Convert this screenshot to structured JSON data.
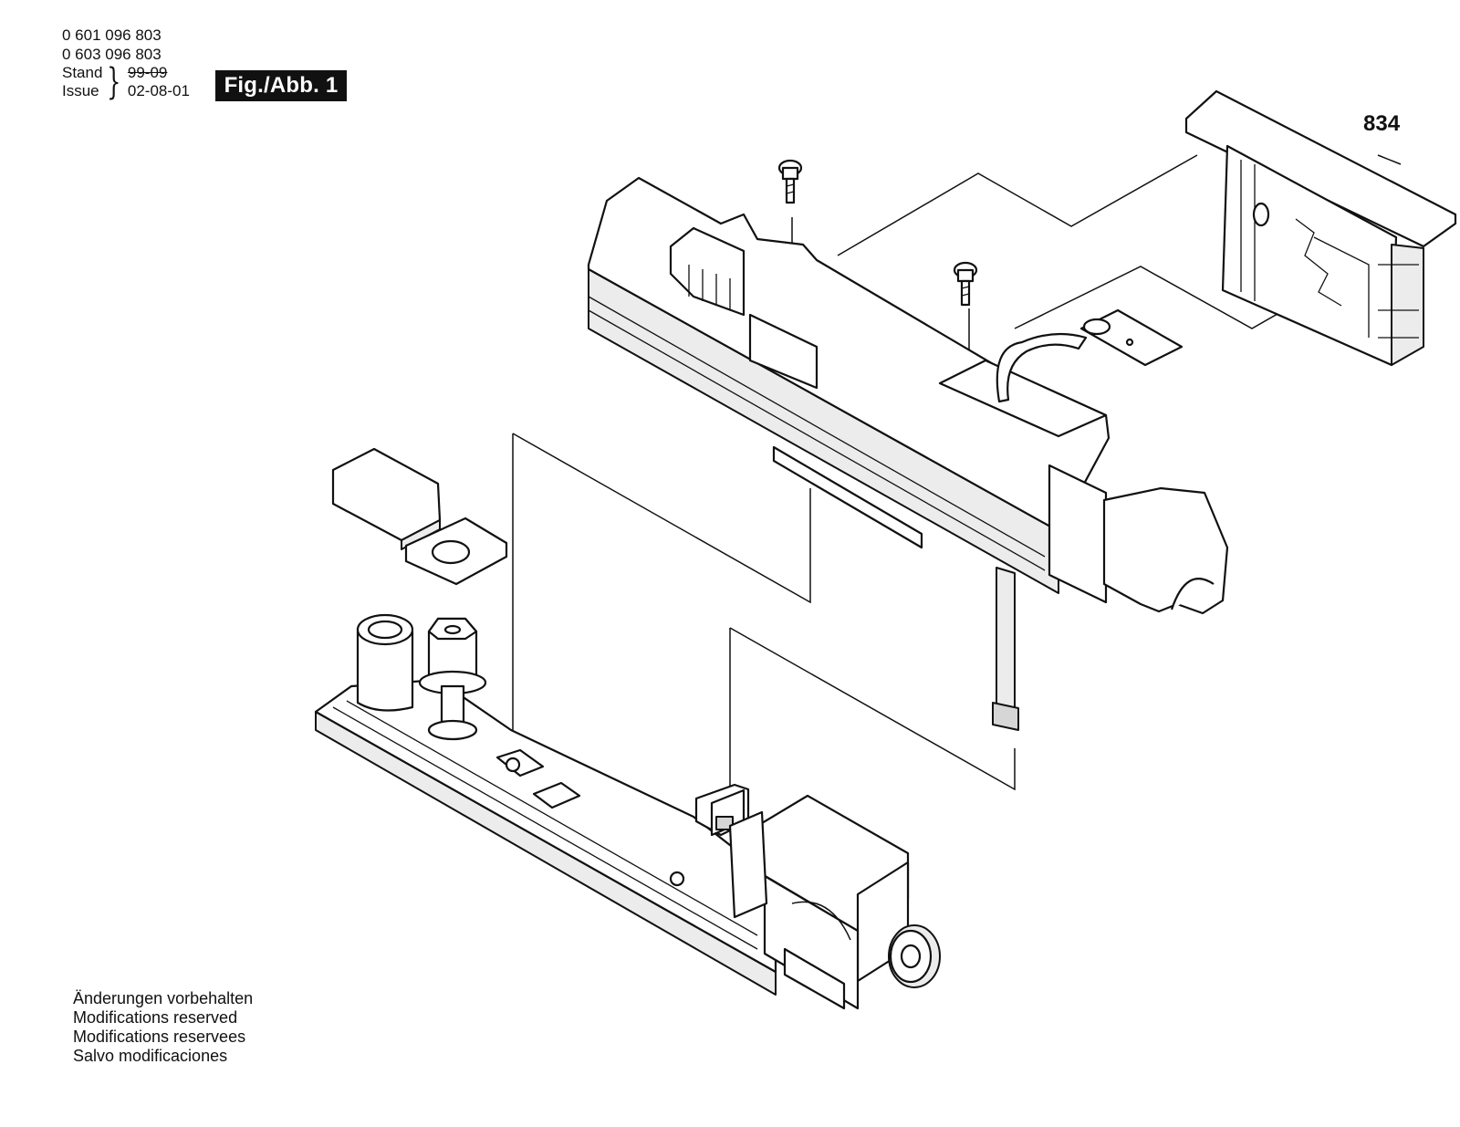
{
  "header": {
    "part_number_1": "0 601 096 803",
    "part_number_2": "0 603 096 803",
    "stand_label": "Stand",
    "issue_label": "Issue",
    "stand_date": "99-09",
    "issue_date": "02-08-01"
  },
  "figure": {
    "label": "Fig./Abb. 1"
  },
  "parts": {
    "label_834": "834"
  },
  "footer": {
    "line1": "Änderungen vorbehalten",
    "line2": "Modifications reserved",
    "line3": "Modifications reservees",
    "line4": "Salvo modificaciones"
  }
}
